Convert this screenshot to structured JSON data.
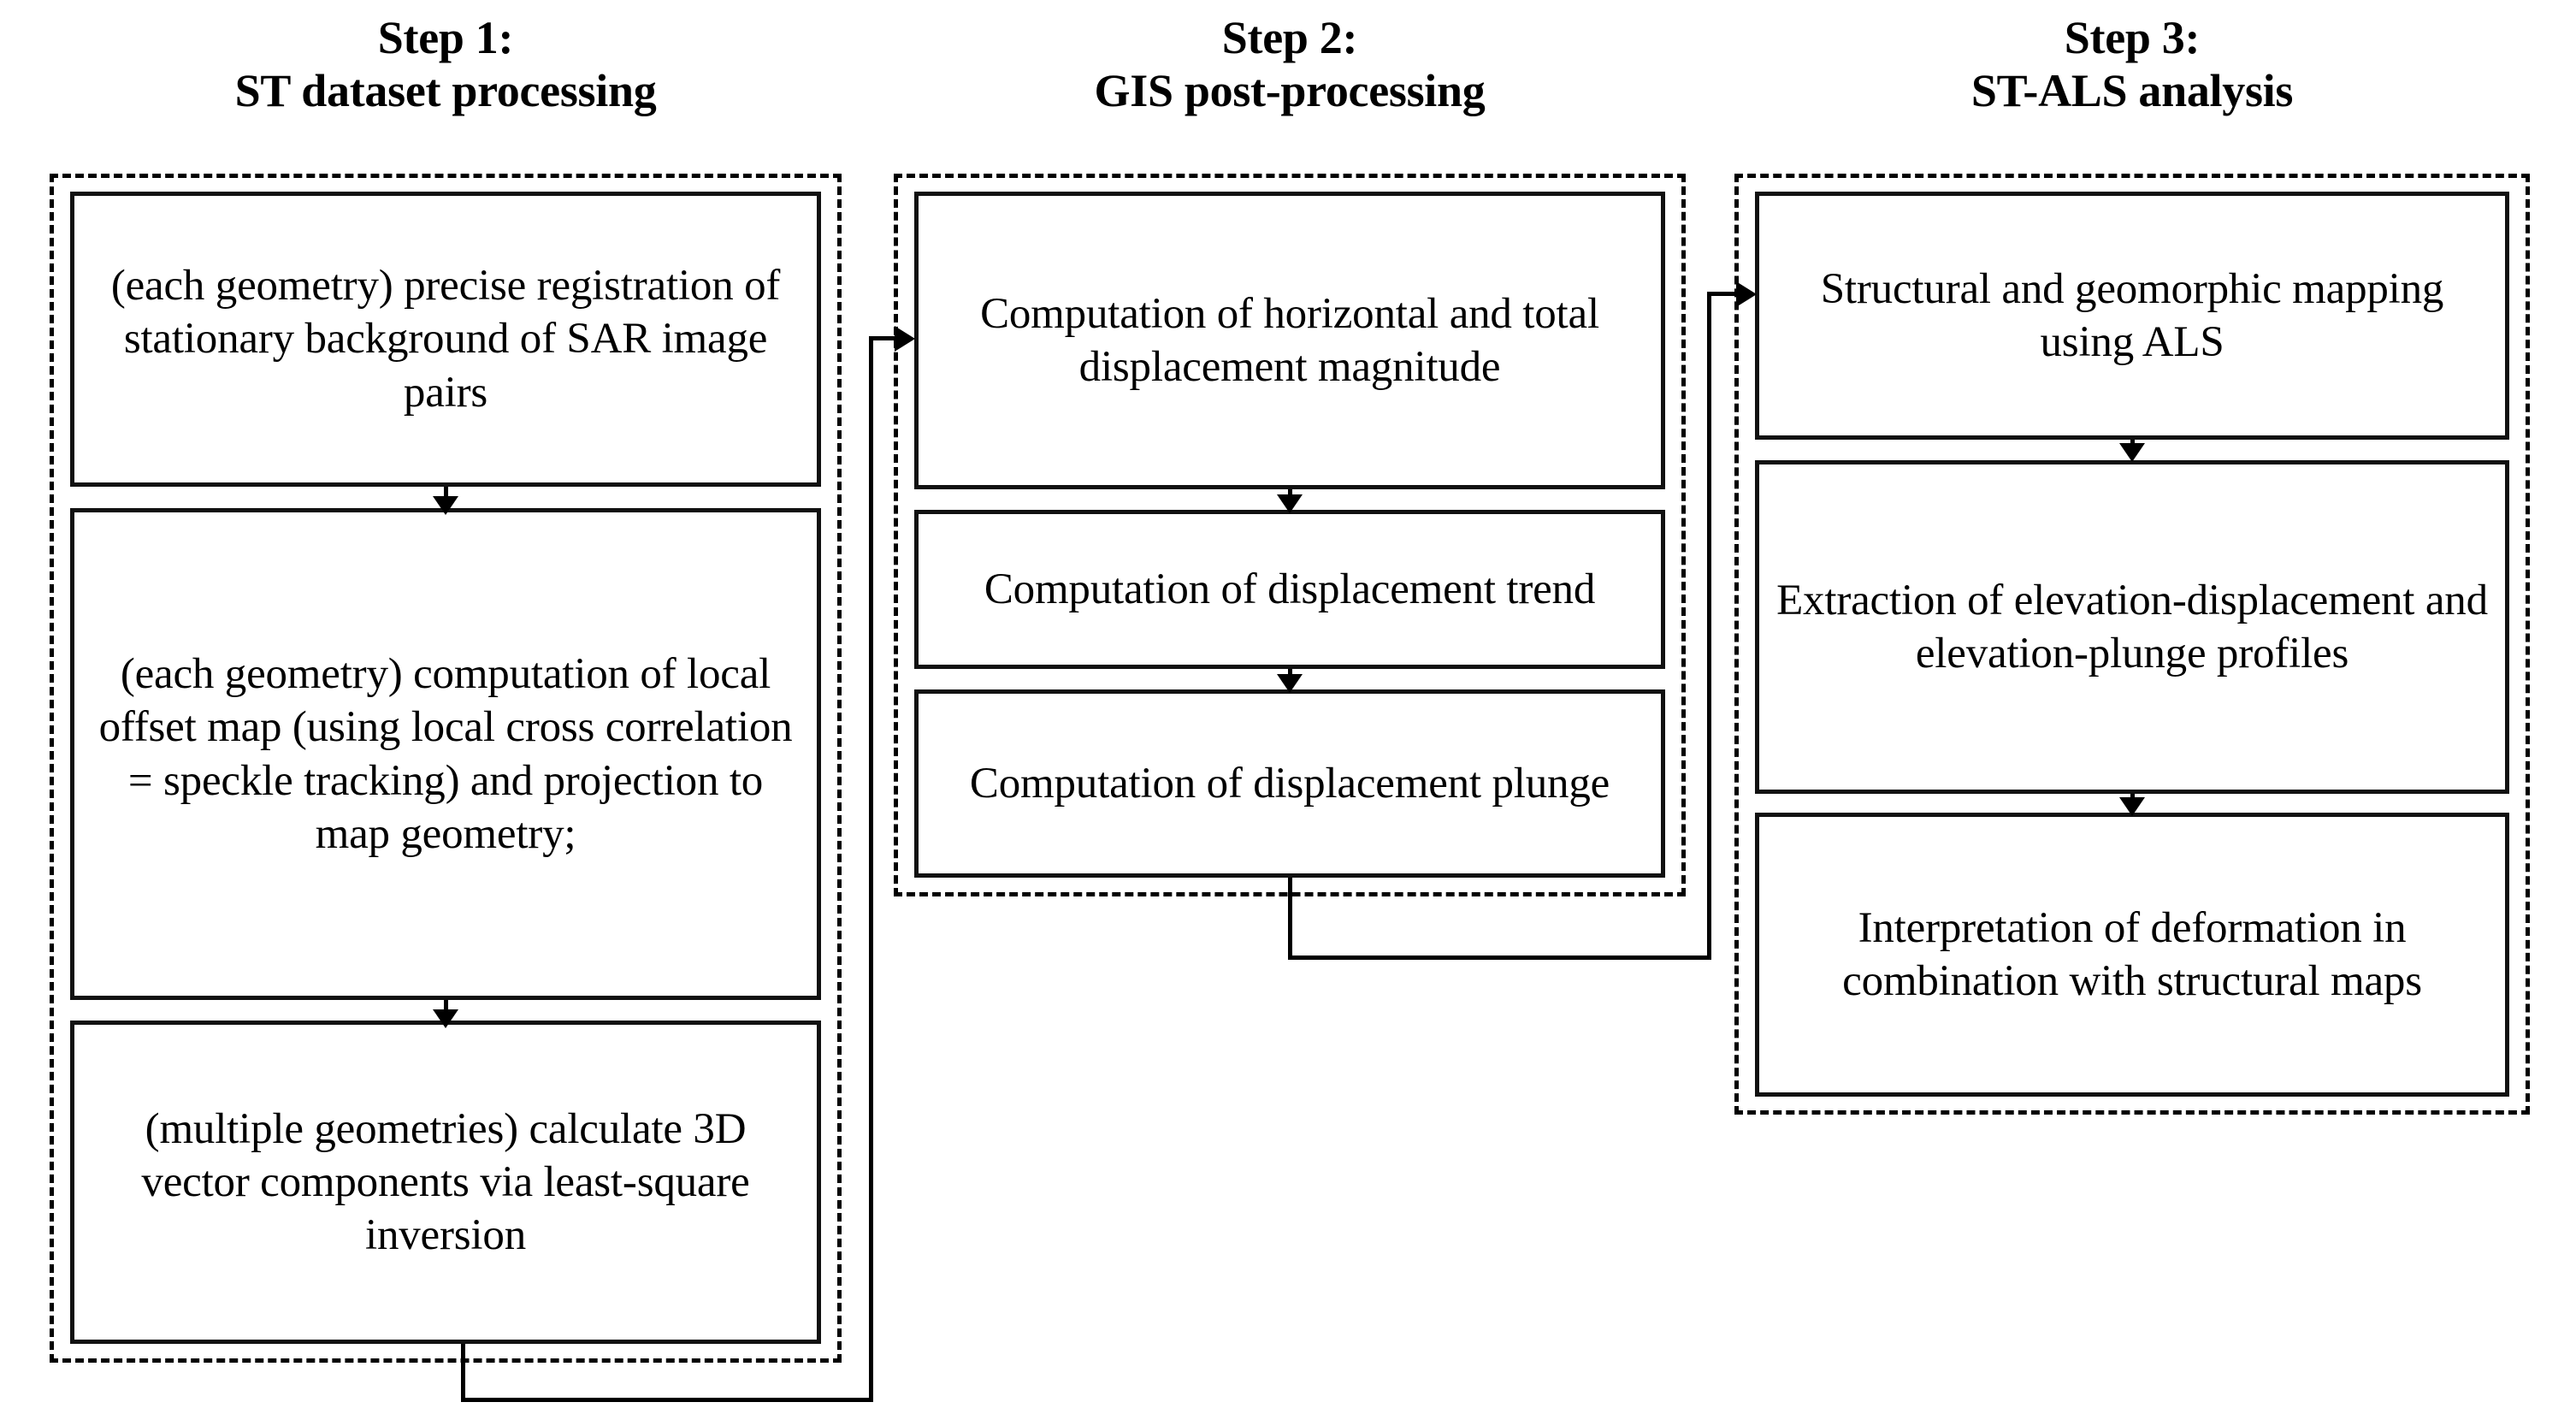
{
  "figure": {
    "type": "flowchart",
    "orientation": "left-to-right, three sequential step groups",
    "background_color": "#ffffff",
    "line_color": "#000000"
  },
  "steps": [
    {
      "id": "step-1",
      "title_line1": "Step 1:",
      "title_line2": "ST dataset processing",
      "boxes": [
        {
          "id": "s1-b1",
          "text": "(each geometry) precise registration of stationary background of SAR image pairs"
        },
        {
          "id": "s1-b2",
          "text": "(each geometry) computation of local offset map (using local cross correlation = speckle tracking) and projection to map geometry;"
        },
        {
          "id": "s1-b3",
          "text": "(multiple geometries) calculate 3D vector components via least-square inversion"
        }
      ]
    },
    {
      "id": "step-2",
      "title_line1": "Step 2:",
      "title_line2": "GIS post-processing",
      "boxes": [
        {
          "id": "s2-b1",
          "text": "Computation of horizontal and total displacement magnitude"
        },
        {
          "id": "s2-b2",
          "text": "Computation of displacement trend"
        },
        {
          "id": "s2-b3",
          "text": "Computation of displacement plunge"
        }
      ]
    },
    {
      "id": "step-3",
      "title_line1": "Step 3:",
      "title_line2": "ST-ALS analysis",
      "boxes": [
        {
          "id": "s3-b1",
          "text": "Structural and geomorphic mapping using ALS"
        },
        {
          "id": "s3-b2",
          "text": "Extraction of elevation-displacement and elevation-plunge profiles"
        },
        {
          "id": "s3-b3",
          "text": "Interpretation of deformation in combination with structural maps"
        }
      ]
    }
  ],
  "connectors": [
    {
      "id": "c-s1b1-s1b2",
      "from": "s1-b1",
      "to": "s1-b2",
      "style": "vertical arrow down"
    },
    {
      "id": "c-s1b2-s1b3",
      "from": "s1-b2",
      "to": "s1-b3",
      "style": "vertical arrow down"
    },
    {
      "id": "c-step1-step2",
      "from": "s1-b3",
      "to": "s2-b1",
      "style": "elbow: down, right, up, arrow right"
    },
    {
      "id": "c-s2b1-s2b2",
      "from": "s2-b1",
      "to": "s2-b2",
      "style": "vertical arrow down"
    },
    {
      "id": "c-s2b2-s2b3",
      "from": "s2-b2",
      "to": "s2-b3",
      "style": "vertical arrow down"
    },
    {
      "id": "c-step2-step3",
      "from": "s2-b3",
      "to": "s3-b1",
      "style": "elbow: down, right, up, arrow right"
    },
    {
      "id": "c-s3b1-s3b2",
      "from": "s3-b1",
      "to": "s3-b2",
      "style": "vertical arrow down"
    },
    {
      "id": "c-s3b2-s3b3",
      "from": "s3-b2",
      "to": "s3-b3",
      "style": "vertical arrow down"
    }
  ]
}
